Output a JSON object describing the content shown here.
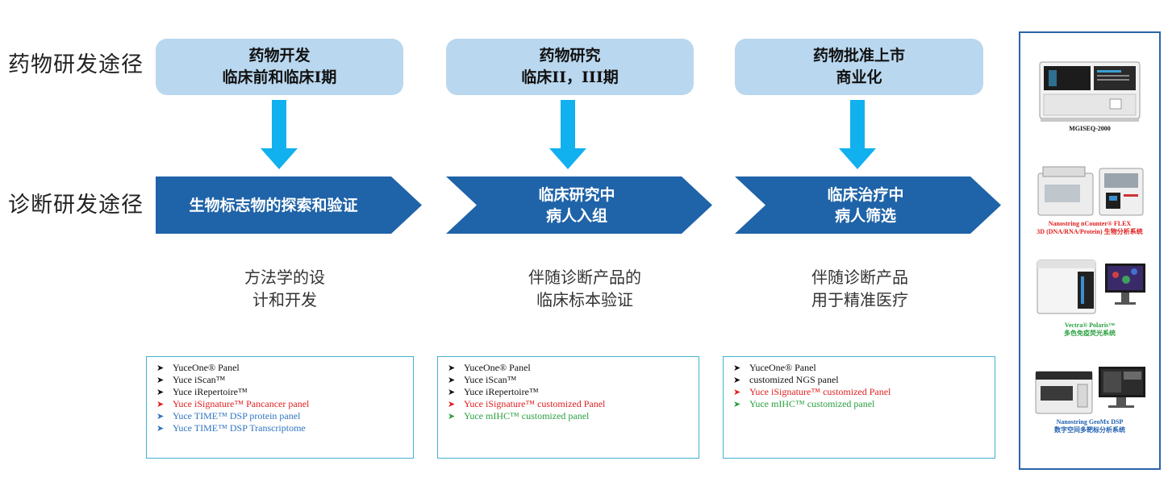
{
  "row_labels": {
    "drug": "药物研发途径",
    "diag": "诊断研发途径"
  },
  "drug_stages": [
    {
      "line1": "药物开发",
      "line2": "临床前和临床I期"
    },
    {
      "line1": "药物研究",
      "line2": "临床II，III期"
    },
    {
      "line1": "药物批准上市",
      "line2": "商业化"
    }
  ],
  "diag_stages": [
    {
      "line1": "生物标志物的探索和验证",
      "line2": ""
    },
    {
      "line1": "临床研究中",
      "line2": "病人入组"
    },
    {
      "line1": "临床治疗中",
      "line2": "病人筛选"
    }
  ],
  "descriptions": [
    {
      "line1": "方法学的设",
      "line2": "计和开发"
    },
    {
      "line1": "伴随诊断产品的",
      "line2": "临床标本验证"
    },
    {
      "line1": "伴随诊断产品",
      "line2": "用于精准医疗"
    }
  ],
  "panels": [
    [
      {
        "text": "YuceOne® Panel",
        "color": "black"
      },
      {
        "text": "Yuce iScan™",
        "color": "black"
      },
      {
        "text": "Yuce iRepertoire™",
        "color": "black"
      },
      {
        "text": "Yuce iSignature™ Pancancer panel",
        "color": "red"
      },
      {
        "text": "Yuce TIME™ DSP protein panel",
        "color": "blue"
      },
      {
        "text": "Yuce TIME™ DSP Transcriptome",
        "color": "blue"
      }
    ],
    [
      {
        "text": "YuceOne® Panel",
        "color": "black"
      },
      {
        "text": "Yuce iScan™",
        "color": "black"
      },
      {
        "text": "Yuce iRepertoire™",
        "color": "black"
      },
      {
        "text": "Yuce iSignature™ customized Panel",
        "color": "red"
      },
      {
        "text": "Yuce mIHC™ customized panel",
        "color": "green"
      }
    ],
    [
      {
        "text": "YuceOne® Panel",
        "color": "black"
      },
      {
        "text": "customized NGS panel",
        "color": "black"
      },
      {
        "text": "Yuce iSignature™ customized Panel",
        "color": "red"
      },
      {
        "text": "Yuce mIHC™ customized panel",
        "color": "green"
      }
    ]
  ],
  "instruments": [
    {
      "line1": "MGISEQ-2000",
      "line2": "",
      "color": "#111111"
    },
    {
      "line1": "Nanostring nCounter® FLEX",
      "line2": "3D (DNA/RNA/Protein) 生物分析系统",
      "color": "#e02020"
    },
    {
      "line1": "Vectra® Polaris™",
      "line2": "多色免疫荧光系统",
      "color": "#2aa040"
    },
    {
      "line1": "Nanostring GeoMx DSP",
      "line2": "数字空间多靶标分析系统",
      "color": "#1f5fb0"
    }
  ],
  "colors": {
    "drug_box": "#b9d7ee",
    "chevron": "#1f63a8",
    "down_arrow": "#11b0ee",
    "panel_border": "#3fb3cf",
    "side_border": "#2a64a8"
  }
}
